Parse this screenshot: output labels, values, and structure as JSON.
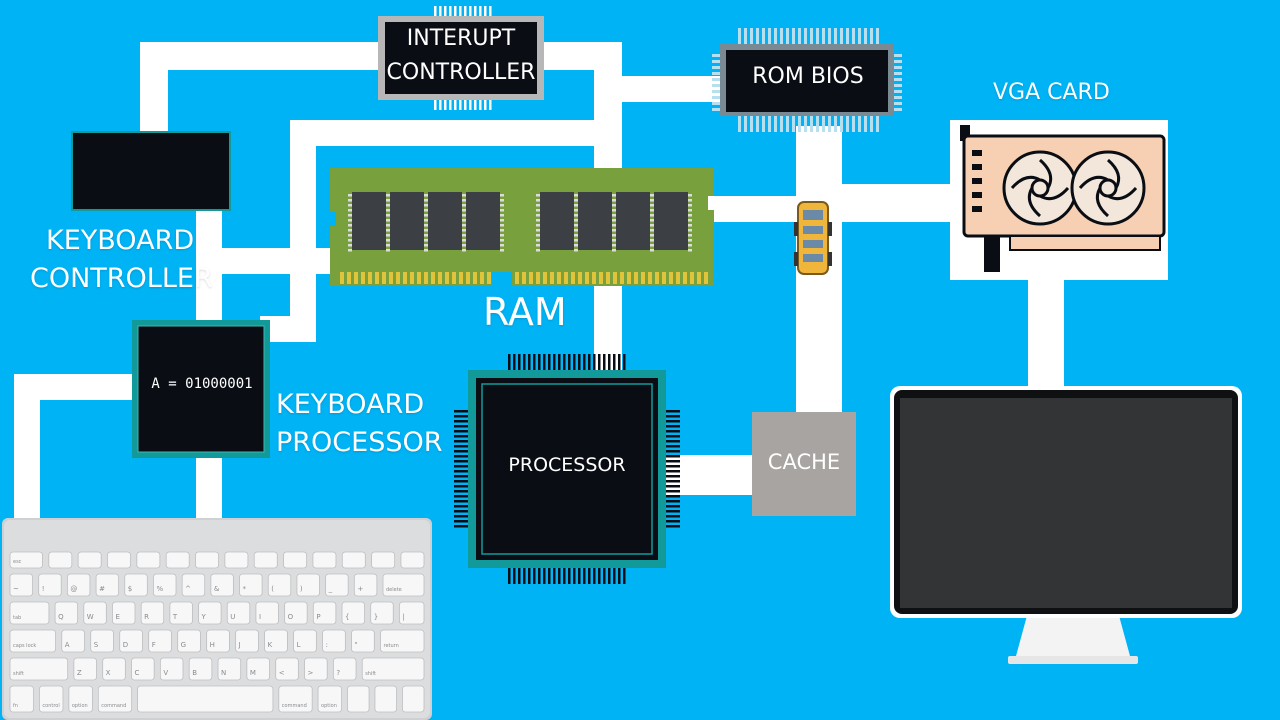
{
  "labels": {
    "interrupt_line1": "INTERUPT",
    "interrupt_line2": "CONTROLLER",
    "rom_bios": "ROM BIOS",
    "vga_card": "VGA CARD",
    "keyboard_controller_line1": "KEYBOARD",
    "keyboard_controller_line2": "CONTROLLER",
    "ram": "RAM",
    "binary_value": "A = 01000001",
    "keyboard_processor_line1": "KEYBOARD",
    "keyboard_processor_line2": "PROCESSOR",
    "processor": "PROCESSOR",
    "cache": "CACHE"
  },
  "keyboard": {
    "rows": [
      [
        "esc",
        "",
        "",
        "",
        "",
        "",
        "",
        "",
        "",
        "",
        "",
        "",
        "",
        ""
      ],
      [
        "~",
        "!",
        "@",
        "#",
        "$",
        "%",
        "^",
        "&",
        "*",
        "(",
        ")",
        "_",
        "+",
        "delete"
      ],
      [
        "tab",
        "Q",
        "W",
        "E",
        "R",
        "T",
        "Y",
        "U",
        "I",
        "O",
        "P",
        "{",
        "}",
        "|"
      ],
      [
        "caps lock",
        "A",
        "S",
        "D",
        "F",
        "G",
        "H",
        "J",
        "K",
        "L",
        ":",
        "\"",
        "return"
      ],
      [
        "shift",
        "Z",
        "X",
        "C",
        "V",
        "B",
        "N",
        "M",
        "<",
        ">",
        "?",
        "shift"
      ],
      [
        "fn",
        "control",
        "option",
        "command",
        "",
        "command",
        "option",
        "",
        "",
        ""
      ]
    ]
  },
  "colors": {
    "background": "#00b3f5",
    "bus": "#ffffff",
    "chip": "#0a0e14",
    "chip_border": "#129a9a",
    "ram_board": "#78a03c",
    "cache": "#a7a4a1"
  }
}
